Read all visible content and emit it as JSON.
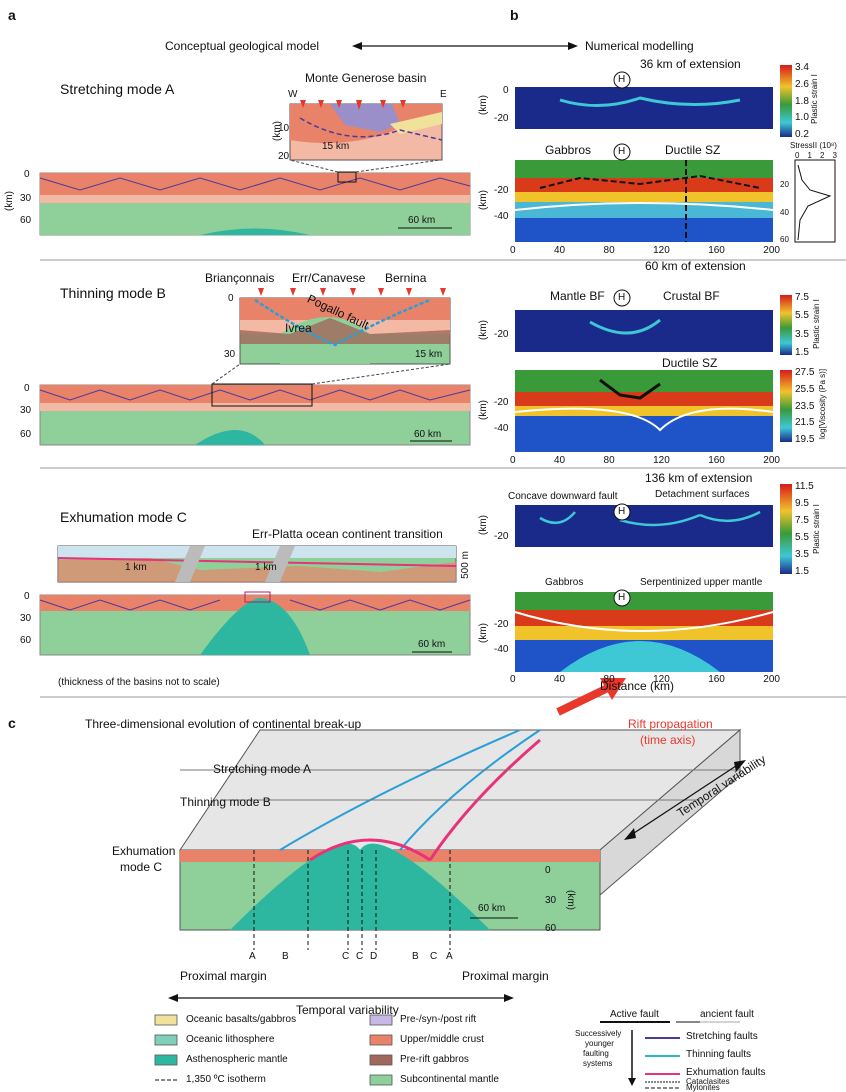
{
  "panel_a": {
    "letter": "a",
    "header": "Conceptual geological model",
    "mode_a": "Stretching mode A",
    "basin_title": "Monte Generose basin",
    "w": "W",
    "e": "E",
    "km": "(km)",
    "tick_10": "10",
    "tick_20": "20",
    "scale15": "15 km",
    "tick_0": "0",
    "tick_30": "30",
    "tick_60": "60",
    "scale60": "60 km",
    "mode_b": "Thinning mode B",
    "brianconnais": "Briançonnais",
    "err_canavese": "Err/Canavese",
    "bernina": "Bernina",
    "pogallo": "Pogallo fault",
    "ivrea": "Ivrea",
    "mode_c": "Exhumation mode C",
    "err_platta": "Err-Platta ocean continent transition",
    "scale1km": "1 km",
    "scale500": "500 m",
    "note": "(thickness of the basins not to scale)"
  },
  "panel_b": {
    "letter": "b",
    "header": "Numerical modelling",
    "ext36": "36 km of extension",
    "ext60": "60 km of extension",
    "ext136": "136 km of extension",
    "h": "H",
    "gabbros": "Gabbros",
    "ductile_sz": "Ductile SZ",
    "mantle_bf": "Mantle BF",
    "crustal_bf": "Crustal BF",
    "concave": "Concave downward fault",
    "detachment": "Detachment surfaces",
    "serp": "Serpentinized upper mantle",
    "km": "(km)",
    "xticks": [
      "0",
      "40",
      "80",
      "120",
      "160",
      "200"
    ],
    "y_m20": "-20",
    "y_m40": "-40",
    "y_0": "0",
    "distance": "Distance (km)",
    "cb1_label": "Plastic strain I",
    "cb1_ticks": [
      "3.4",
      "2.6",
      "1.8",
      "1.0",
      "0.2"
    ],
    "cb2_label": "Plastic strain I",
    "cb2_ticks": [
      "7.5",
      "5.5",
      "3.5",
      "1.5"
    ],
    "cb3_label": "log[Viscosity (Pa s)]",
    "cb3_ticks": [
      "27.5",
      "25.5",
      "23.5",
      "21.5",
      "19.5"
    ],
    "cb4_label": "Plastic strain I",
    "cb4_ticks": [
      "11.5",
      "9.5",
      "7.5",
      "5.5",
      "3.5",
      "1.5"
    ],
    "stress_label": "StressII (10⁸)",
    "stress_ticks": [
      "0",
      "1",
      "2",
      "3"
    ],
    "stress_y": [
      "20",
      "40",
      "60"
    ]
  },
  "panel_c": {
    "letter": "c",
    "title": "Three-dimensional evolution of continental break-up",
    "rift": "Rift propagation",
    "time_axis": "(time axis)",
    "mode_a": "Stretching mode A",
    "mode_b": "Thinning mode B",
    "mode_c1": "Exhumation",
    "mode_c2": "mode C",
    "temporal": "Temporal variability",
    "proximal": "Proximal margin",
    "letters": [
      "A",
      "B",
      "C",
      "D",
      "B",
      "C",
      "A"
    ],
    "letter_c2": "C",
    "km": "(km)",
    "t0": "0",
    "t30": "30",
    "t60": "60",
    "scale": "60 km"
  },
  "legend": {
    "items_col1": [
      "Oceanic basalts/gabbros",
      "Oceanic lithosphere",
      "Asthenospheric mantle",
      "1,350 ºC isotherm"
    ],
    "items_col2": [
      "Pre-/syn-/post rift",
      "Upper/middle crust",
      "Pre-rift gabbros",
      "Subcontinental mantle"
    ],
    "active_fault": "Active fault",
    "ancient_fault": "ancient fault",
    "successively": [
      "Successively",
      "younger",
      "faulting",
      "systems"
    ],
    "faults": [
      "Stretching faults",
      "Thinning faults",
      "Exhumation faults",
      "Cataclasites",
      "Mylonites"
    ]
  },
  "colors": {
    "crust": "#e8836a",
    "mantle": "#8fcf9a",
    "astheno": "#2eb7a0",
    "oceanic": "#7fcfb9",
    "blue_fault": "#2a9fd6",
    "pink_fault": "#e8327a",
    "stretch_fault": "#4a3a9a",
    "rift_arrow": "#e8382c"
  }
}
